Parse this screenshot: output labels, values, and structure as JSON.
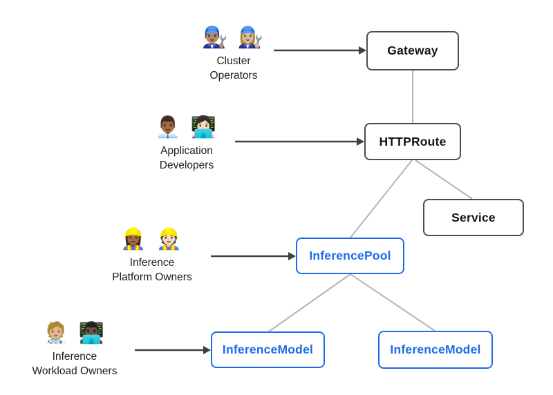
{
  "diagram": {
    "description": "Resource model diagram linking user personas to Gateway API resources",
    "colors": {
      "background": "#ffffff",
      "standard_node_border": "#4c4c4c",
      "standard_node_text": "#141414",
      "extension_accent_blue": "#1a6ce8",
      "connector_gray": "#b4b4b4",
      "arrow_dark": "#404040"
    },
    "nodes": [
      {
        "id": "gateway",
        "label": "Gateway",
        "variant": "standard"
      },
      {
        "id": "httproute",
        "label": "HTTPRoute",
        "variant": "standard"
      },
      {
        "id": "service",
        "label": "Service",
        "variant": "standard"
      },
      {
        "id": "inferencepool",
        "label": "InferencePool",
        "variant": "extension"
      },
      {
        "id": "inferencemodel-left",
        "label": "InferenceModel",
        "variant": "extension"
      },
      {
        "id": "inferencemodel-right",
        "label": "InferenceModel",
        "variant": "extension"
      }
    ],
    "personas": [
      {
        "emojis": [
          "👨🏽‍🔧",
          "👩🏼‍🔧"
        ],
        "label": "Cluster\nOperators",
        "arrow_to": "Gateway"
      },
      {
        "emojis": [
          "👨🏾‍💼",
          "👩🏻‍💻"
        ],
        "label": "Application\nDevelopers",
        "arrow_to": "HTTPRoute"
      },
      {
        "emojis": [
          "👷🏾‍♀️",
          "👷🏻"
        ],
        "label": "Inference\nPlatform Owners",
        "arrow_to": "InferencePool"
      },
      {
        "emojis": [
          "🧑🏼‍⚕️",
          "👨🏿‍💻"
        ],
        "label": "Inference\nWorkload Owners",
        "arrow_to": "InferenceModel"
      }
    ],
    "edges": [
      {
        "from": "Gateway",
        "to": "HTTPRoute"
      },
      {
        "from": "HTTPRoute",
        "to": "Service"
      },
      {
        "from": "HTTPRoute",
        "to": "InferencePool"
      },
      {
        "from": "InferencePool",
        "to": "InferenceModel (left)"
      },
      {
        "from": "InferencePool",
        "to": "InferenceModel (right)"
      }
    ]
  }
}
